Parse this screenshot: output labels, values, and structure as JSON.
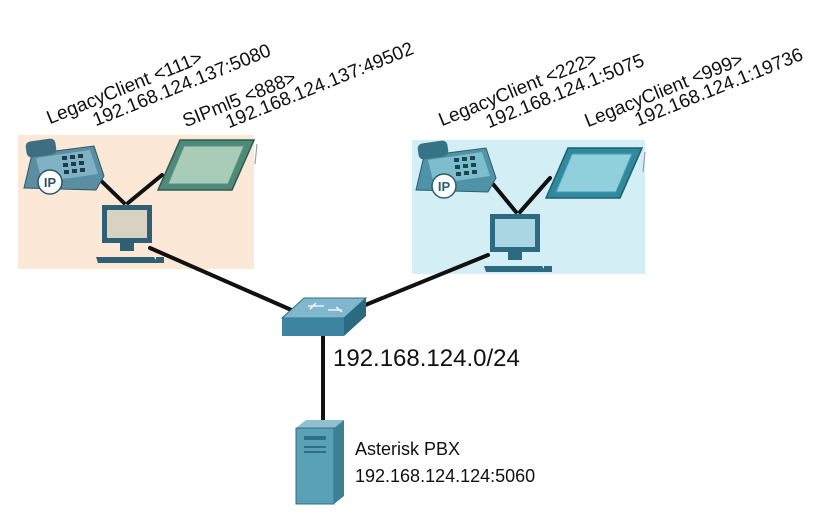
{
  "network_label": "192.168.124.0/24",
  "left_group": {
    "background": "#fbe8d6",
    "ip_phone": {
      "name": "LegacyClient <111>",
      "address": "192.168.124.137:5080"
    },
    "softphone": {
      "name": "SIPml5 <888>",
      "address": "192.168.124.137:49502"
    }
  },
  "right_group": {
    "background": "#d4eef5",
    "ip_phone": {
      "name": "LegacyClient <222>",
      "address": "192.168.124.1:5075"
    },
    "softphone": {
      "name": "LegacyClient <999>",
      "address": "192.168.124.1:19736"
    }
  },
  "server": {
    "name": "Asterisk PBX",
    "address": "192.168.124.124:5060"
  },
  "icons": {
    "ip_phone": "ip-phone-icon",
    "softphone": "tablet-softphone-icon",
    "pc": "pc-icon",
    "switch": "switch-icon",
    "server": "server-icon"
  },
  "ip_badge": "IP"
}
